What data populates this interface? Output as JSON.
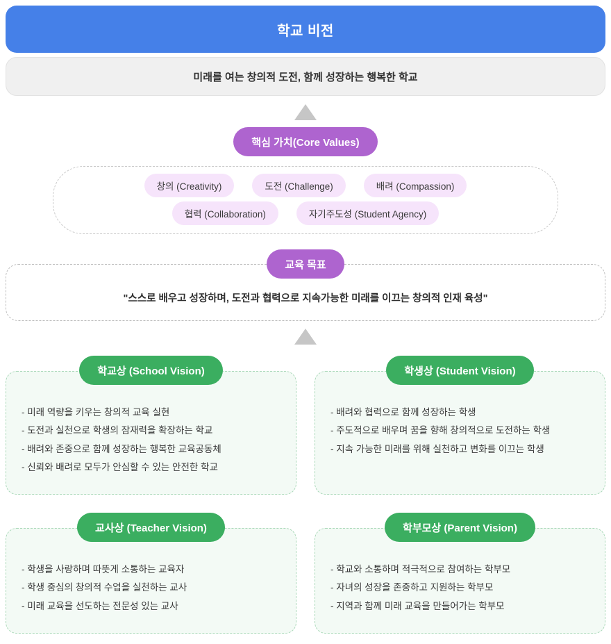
{
  "vision": {
    "title": "학교 비전",
    "subtitle": "미래를 여는 창의적 도전, 함께 성장하는 행복한 학교"
  },
  "core_values": {
    "heading": "핵심 가치(Core Values)",
    "row1": [
      {
        "label": "창의 (Creativity)"
      },
      {
        "label": "도전 (Challenge)"
      },
      {
        "label": "배려 (Compassion)"
      }
    ],
    "row2": [
      {
        "label": "협력 (Collaboration)"
      },
      {
        "label": "자기주도성 (Student Agency)"
      }
    ]
  },
  "goal": {
    "heading": "교육 목표",
    "statement": "\"스스로 배우고 성장하며, 도전과 협력으로 지속가능한 미래를 이끄는 창의적 인재 육성\""
  },
  "cards": [
    {
      "heading": "학교상 (School Vision)",
      "lines": [
        "- 미래 역량을 키우는 창의적 교육 실현",
        "- 도전과 실천으로 학생의 잠재력을 확장하는 학교",
        "- 배려와 존중으로 함께 성장하는 행복한 교육공동체",
        "- 신뢰와 배려로 모두가 안심할 수 있는 안전한 학교"
      ]
    },
    {
      "heading": "학생상 (Student Vision)",
      "lines": [
        "- 배려와 협력으로 함께 성장하는 학생",
        "- 주도적으로 배우며 꿈을 향해 창의적으로 도전하는 학생",
        "- 지속 가능한 미래를 위해 실천하고 변화를 이끄는 학생"
      ]
    },
    {
      "heading": "교사상 (Teacher Vision)",
      "lines": [
        "- 학생을 사랑하며 따뜻게 소통하는 교육자",
        "- 학생 중심의 창의적 수업을 실천하는 교사",
        "- 미래 교육을 선도하는 전문성 있는 교사"
      ]
    },
    {
      "heading": "학부모상 (Parent Vision)",
      "lines": [
        "- 학교와 소통하며 적극적으로 참여하는 학부모",
        "- 자녀의 성장을 존중하고 지원하는 학부모",
        "- 지역과 함께 미래 교육을 만들어가는 학부모"
      ]
    }
  ],
  "colors": {
    "vision_blue": "#4580E8",
    "core_purple": "#AE64CF",
    "chip_lavender": "#F6E4FB",
    "card_green": "#3BAE60",
    "card_body_green": "#F3FAF5",
    "arrow_gray": "#C6C6C6",
    "subtitle_gray": "#F0F0F0"
  }
}
